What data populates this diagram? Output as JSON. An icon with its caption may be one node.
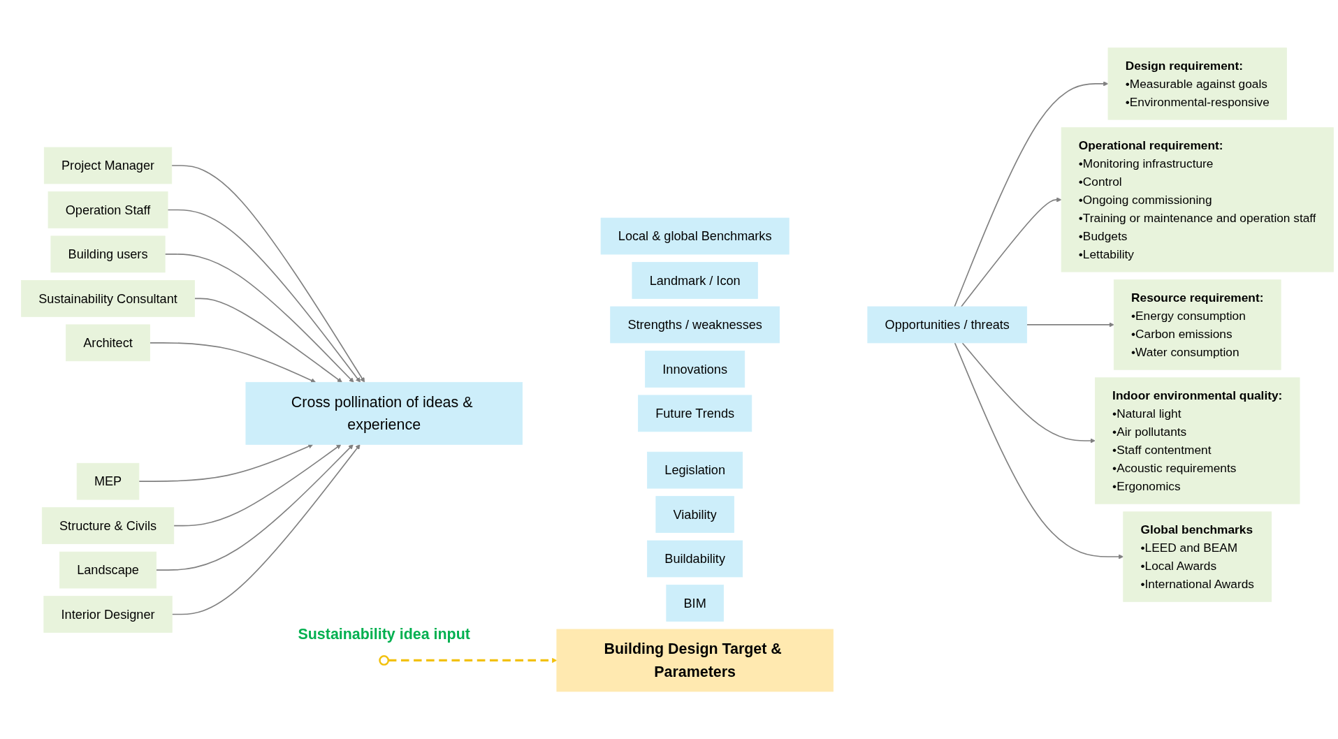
{
  "diagram": {
    "nodes": [
      {
        "text": [],
        "shape": "circle",
        "beside": [
          "Sustainability idea input"
        ]
      },
      {
        "text": [
          "Project Manager"
        ]
      },
      {
        "text": [
          "Operation Staff"
        ]
      },
      {
        "text": [
          "Building users"
        ]
      },
      {
        "text": [
          "Sustainability Consultant"
        ]
      },
      {
        "text": [
          "Architect"
        ]
      },
      {
        "text": [
          "MEP"
        ]
      },
      {
        "text": [
          "Structure & Civils"
        ]
      },
      {
        "text": [
          "Landscape"
        ]
      },
      {
        "text": [
          "Interior Designer"
        ]
      },
      {
        "text": [
          "Cross pollination of ideas & experience"
        ]
      },
      {
        "text": [
          "Local & global Benchmarks"
        ]
      },
      {
        "text": [
          "Landmark / Icon"
        ]
      },
      {
        "text": [
          "Strengths / weaknesses"
        ]
      },
      {
        "text": [
          "Opportunities / threats"
        ]
      },
      {
        "text": [
          "Innovations"
        ]
      },
      {
        "text": [
          "Future Trends"
        ]
      },
      {
        "text": [
          "Legislation"
        ]
      },
      {
        "text": [
          "Viability"
        ]
      },
      {
        "text": [
          "Buildability"
        ]
      },
      {
        "text": [
          "BIM"
        ]
      },
      {
        "text": [
          "Design requirement:",
          "•Measurable against goals",
          "•Environmental-responsive"
        ]
      },
      {
        "text": [
          "Operational requirement:",
          "•Monitoring infrastructure",
          "•Control",
          "•Ongoing commissioning",
          "•Training or maintenance and operation staff",
          "•Budgets",
          "•Lettability"
        ]
      },
      {
        "text": [
          "Resource requirement:",
          "•Energy consumption",
          "•Carbon emissions",
          "•Water consumption"
        ]
      },
      {
        "text": [
          "Indoor environmental quality:",
          "•Natural light",
          "•Air pollutants",
          "•Staff contentment",
          "•Acoustic requirements",
          "•Ergonomics"
        ]
      },
      {
        "text": [
          "Global benchmarks",
          "•LEED and BEAM",
          "•Local Awards",
          "•International Awards"
        ]
      },
      {
        "text": [
          "Building Design Target & Parameters"
        ]
      }
    ],
    "edges": [
      {
        "from": 0,
        "to": 26,
        "arrow": "to",
        "style": "dashed",
        "color": "#f2c00b"
      },
      {
        "from": 1,
        "to": 10,
        "arrow": "to"
      },
      {
        "from": 2,
        "to": 10,
        "arrow": "to"
      },
      {
        "from": 3,
        "to": 10,
        "arrow": "to"
      },
      {
        "from": 4,
        "to": 10,
        "arrow": "to"
      },
      {
        "from": 5,
        "to": 10,
        "arrow": "to"
      },
      {
        "from": 6,
        "to": 10,
        "arrow": "to"
      },
      {
        "from": 7,
        "to": 10,
        "arrow": "to"
      },
      {
        "from": 8,
        "to": 10,
        "arrow": "to"
      },
      {
        "from": 9,
        "to": 10,
        "arrow": "to"
      },
      {
        "from": 14,
        "to": 21,
        "arrow": "to"
      },
      {
        "from": 14,
        "to": 22,
        "arrow": "to"
      },
      {
        "from": 14,
        "to": 23,
        "arrow": "to"
      },
      {
        "from": 14,
        "to": 24,
        "arrow": "to"
      },
      {
        "from": 14,
        "to": 25,
        "arrow": "to"
      }
    ]
  }
}
